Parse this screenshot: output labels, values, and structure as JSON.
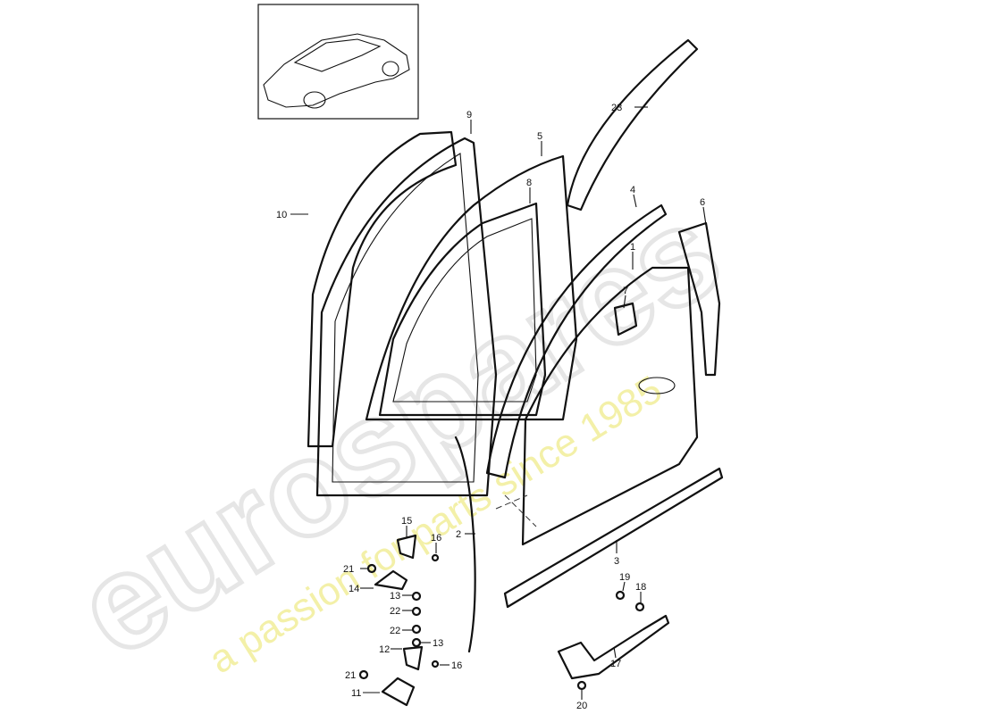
{
  "watermark": {
    "brand": "eurospares",
    "tagline": "a passion for parts since 1985"
  },
  "callouts": [
    {
      "id": "c23",
      "text": "23"
    },
    {
      "id": "c9",
      "text": "9"
    },
    {
      "id": "c5",
      "text": "5"
    },
    {
      "id": "c8",
      "text": "8"
    },
    {
      "id": "c4",
      "text": "4"
    },
    {
      "id": "c6",
      "text": "6"
    },
    {
      "id": "c10",
      "text": "10"
    },
    {
      "id": "c1",
      "text": "1"
    },
    {
      "id": "c7",
      "text": "7"
    },
    {
      "id": "c2",
      "text": "2"
    },
    {
      "id": "c3",
      "text": "3"
    },
    {
      "id": "c15",
      "text": "15"
    },
    {
      "id": "c16a",
      "text": "16"
    },
    {
      "id": "c21a",
      "text": "21"
    },
    {
      "id": "c14",
      "text": "14"
    },
    {
      "id": "c13a",
      "text": "13"
    },
    {
      "id": "c22a",
      "text": "22"
    },
    {
      "id": "c22b",
      "text": "22"
    },
    {
      "id": "c12",
      "text": "12"
    },
    {
      "id": "c13b",
      "text": "13"
    },
    {
      "id": "c16b",
      "text": "16"
    },
    {
      "id": "c21b",
      "text": "21"
    },
    {
      "id": "c11",
      "text": "11"
    },
    {
      "id": "c19",
      "text": "19"
    },
    {
      "id": "c18",
      "text": "18"
    },
    {
      "id": "c17",
      "text": "17"
    },
    {
      "id": "c20",
      "text": "20"
    }
  ]
}
